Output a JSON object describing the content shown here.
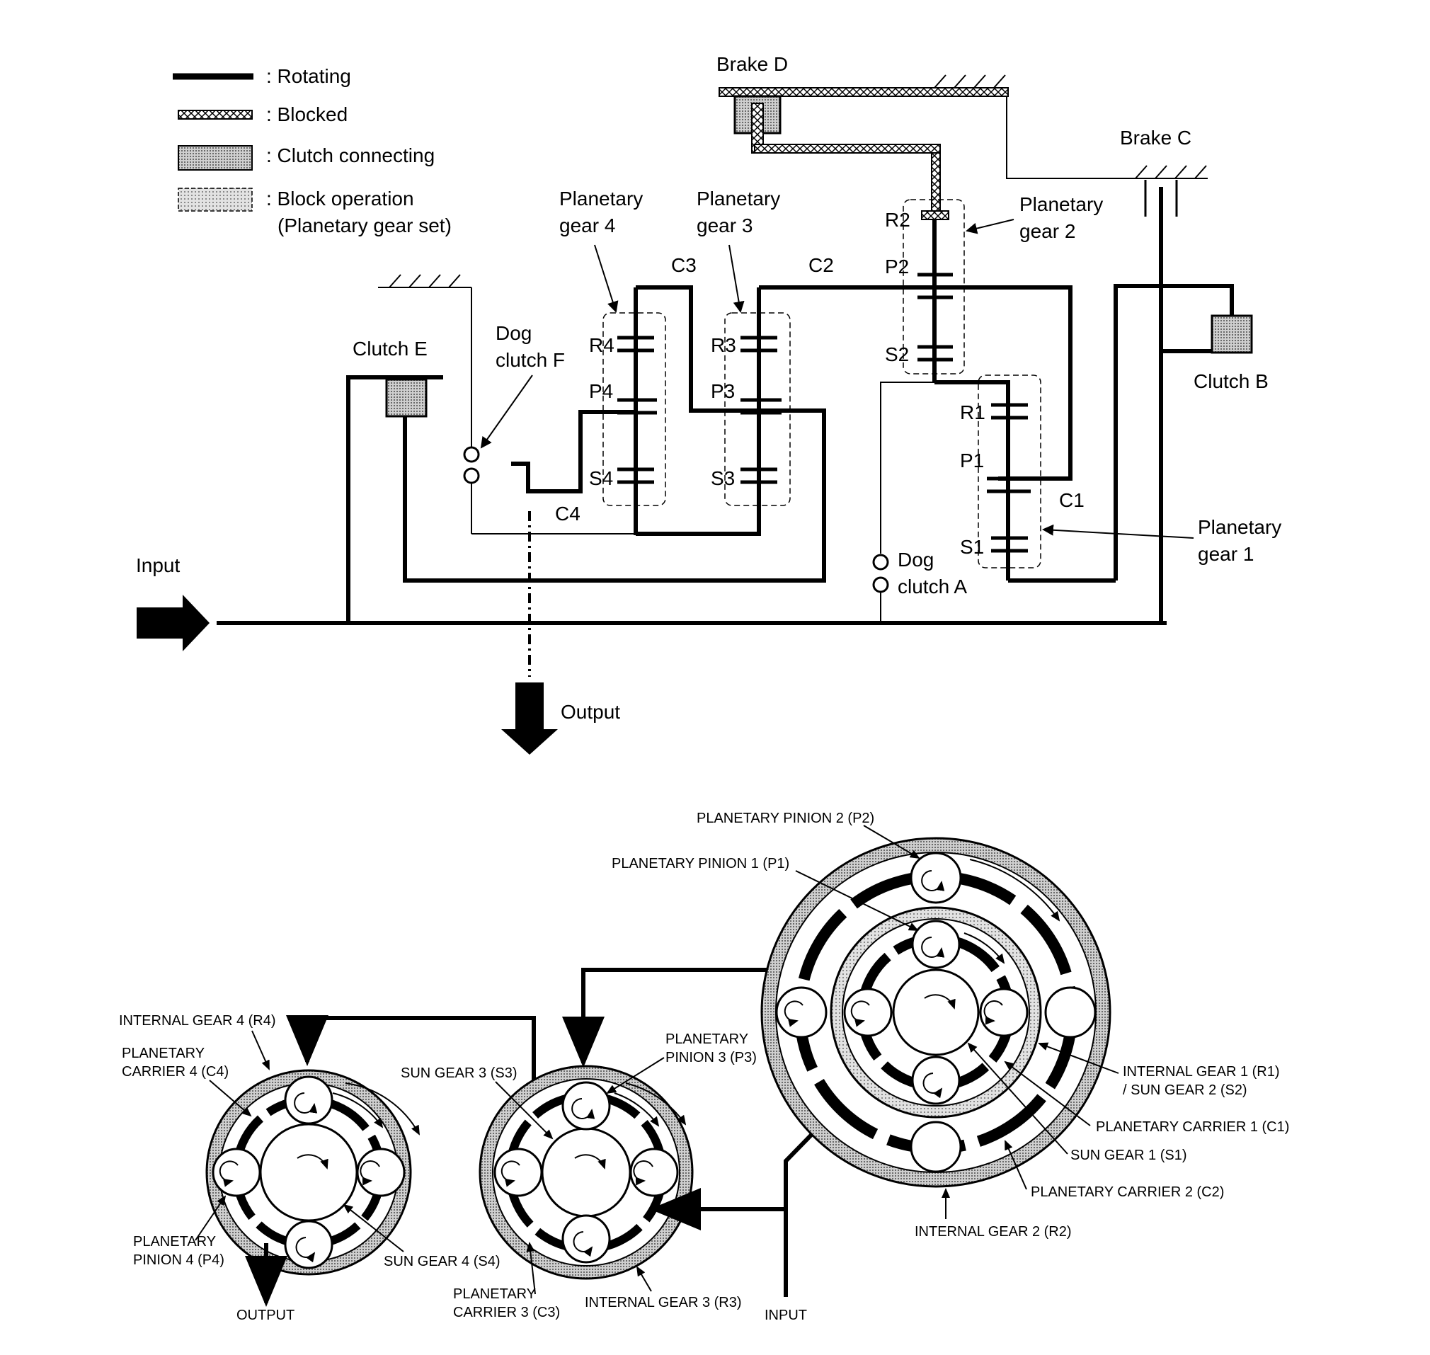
{
  "legend": {
    "rotating": ": Rotating",
    "blocked": ": Blocked",
    "clutch_connecting": ": Clutch connecting",
    "block_operation_line1": ": Block operation",
    "block_operation_line2": "(Planetary gear set)"
  },
  "top_labels": {
    "brake_d": "Brake D",
    "brake_c": "Brake C",
    "clutch_e": "Clutch E",
    "clutch_b": "Clutch B",
    "dog_clutch_f_1": "Dog",
    "dog_clutch_f_2": "clutch F",
    "dog_clutch_a_1": "Dog",
    "dog_clutch_a_2": "clutch A",
    "pg4_1": "Planetary",
    "pg4_2": "gear 4",
    "pg3_1": "Planetary",
    "pg3_2": "gear 3",
    "pg2_1": "Planetary",
    "pg2_2": "gear 2",
    "pg1_1": "Planetary",
    "pg1_2": "gear 1",
    "r4": "R4",
    "p4": "P4",
    "s4": "S4",
    "c4": "C4",
    "r3": "R3",
    "p3": "P3",
    "s3": "S3",
    "c3": "C3",
    "r2": "R2",
    "p2": "P2",
    "s2": "S2",
    "c2": "C2",
    "r1": "R1",
    "p1": "P1",
    "s1": "S1",
    "c1": "C1",
    "input": "Input",
    "output": "Output"
  },
  "bottom_labels": {
    "pinion2": "PLANETARY PINION 2 (P2)",
    "pinion1": "PLANETARY PINION 1 (P1)",
    "internal4": "INTERNAL GEAR 4 (R4)",
    "carrier4_1": "PLANETARY",
    "carrier4_2": "CARRIER 4 (C4)",
    "pinion4_1": "PLANETARY",
    "pinion4_2": "PINION 4 (P4)",
    "sun4": "SUN GEAR 4 (S4)",
    "output": "OUTPUT",
    "sun3": "SUN GEAR 3 (S3)",
    "pinion3_1": "PLANETARY",
    "pinion3_2": "PINION 3 (P3)",
    "carrier3_1": "PLANETARY",
    "carrier3_2": "CARRIER 3 (C3)",
    "internal3": "INTERNAL GEAR 3 (R3)",
    "input": "INPUT",
    "internal1_1": "INTERNAL GEAR 1 (R1)",
    "internal1_2": "/ SUN GEAR 2 (S2)",
    "carrier1": "PLANETARY CARRIER 1 (C1)",
    "sun1": "SUN GEAR 1 (S1)",
    "carrier2": "PLANETARY CARRIER 2 (C2)",
    "internal2": "INTERNAL GEAR 2 (R2)"
  }
}
